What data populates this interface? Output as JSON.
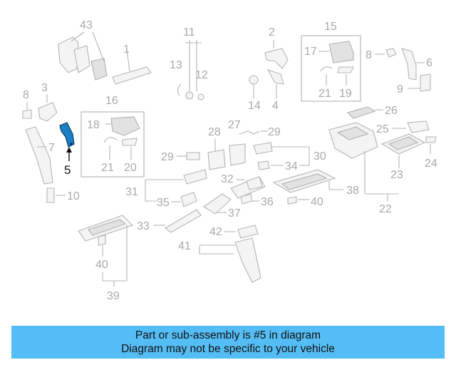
{
  "callouts": {
    "c43": "43",
    "c1": "1",
    "c11": "11",
    "c13": "13",
    "c12": "12",
    "c2": "2",
    "c14": "14",
    "c4": "4",
    "c15": "15",
    "c17": "17",
    "c21a": "21",
    "c19": "19",
    "c8a": "8",
    "c6": "6",
    "c9": "9",
    "c8b": "8",
    "c3": "3",
    "c7": "7",
    "c5": "5",
    "c10": "10",
    "c16": "16",
    "c18": "18",
    "c21b": "21",
    "c20": "20",
    "c28": "28",
    "c27": "27",
    "c29a": "29",
    "c29b": "29",
    "c30": "30",
    "c34": "34",
    "c26": "26",
    "c25": "25",
    "c24": "24",
    "c23": "23",
    "c31": "31",
    "c32": "32",
    "c35": "35",
    "c36": "36",
    "c37": "37",
    "c38": "38",
    "c40a": "40",
    "c22": "22",
    "c33": "33",
    "c42": "42",
    "c41": "41",
    "c40b": "40",
    "c39": "39"
  },
  "highlighted_part": "5",
  "caption": {
    "line1": "Part or sub-assembly is #5 in diagram",
    "line2": "Diagram may not be specific to your vehicle"
  },
  "colors": {
    "caption_bg": "#55bdf5",
    "highlight": "#1a7fc4",
    "label_gray": "#a8a8a8"
  }
}
